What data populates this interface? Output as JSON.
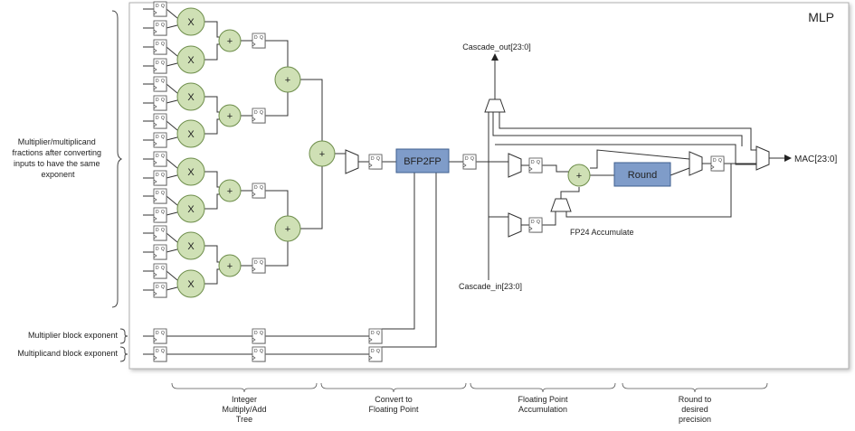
{
  "title": "MLP",
  "left_labels": {
    "fractions": [
      "Multiplier/multiplicand",
      "fractions after converting",
      "inputs to have the same",
      "exponent"
    ],
    "multiplier_exp": "Multiplier block exponent",
    "multiplicand_exp": "Multiplicand block exponent"
  },
  "blocks": {
    "bfp2fp": "BFP2FP",
    "round": "Round"
  },
  "ops": {
    "mul": "X",
    "add": "+"
  },
  "flop": {
    "d": "D",
    "q": "Q"
  },
  "signals": {
    "cascade_out": "Cascade_out[23:0]",
    "cascade_in": "Cascade_in[23:0]",
    "mac": "MAC[23:0]",
    "fp24_acc": "FP24 Accumulate"
  },
  "stages": [
    [
      "Integer",
      "Multiply/Add",
      "Tree"
    ],
    [
      "Convert to",
      "Floating Point"
    ],
    [
      "Floating Point",
      "Accumulation"
    ],
    [
      "Round to",
      "desired",
      "precision"
    ]
  ],
  "colors": {
    "op_fill": "#cfe0b5",
    "op_stroke": "#6d8d4a",
    "block_fill": "#7f9cc9",
    "block_stroke": "#3f5f8f",
    "line": "#333333"
  }
}
